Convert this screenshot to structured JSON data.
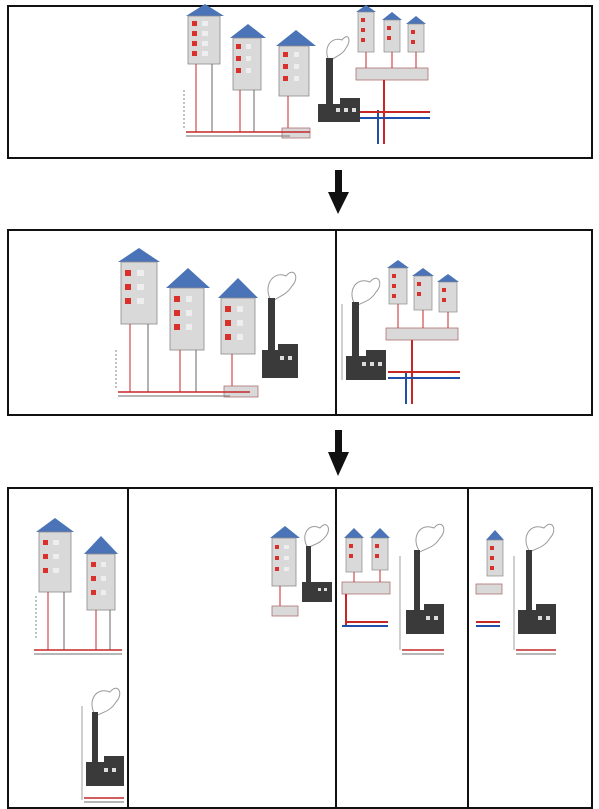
{
  "diagram": {
    "stages": [
      {
        "id": "stage-1-combined",
        "panels": [
          "city-block",
          "industrial-block"
        ]
      },
      {
        "id": "stage-2-split-in-two",
        "panels": [
          "city-block",
          "industrial-block"
        ]
      },
      {
        "id": "stage-3-split-in-four",
        "panels": [
          "residential-block",
          "cut-fragment",
          "mid-block",
          "small-block"
        ]
      }
    ],
    "arrows": [
      "stage-1-to-stage-2",
      "stage-2-to-stage-3"
    ],
    "colors": {
      "roof": "#4a73b8",
      "building": "#d9d9d9",
      "building_outline": "#8a8a8a",
      "window": "#d8312c",
      "pipe_red": "#c62828",
      "pipe_blue": "#1f4fa8",
      "factory": "#3a3a3a",
      "frame": "#111111",
      "smoke": "#9a9a9a"
    }
  }
}
